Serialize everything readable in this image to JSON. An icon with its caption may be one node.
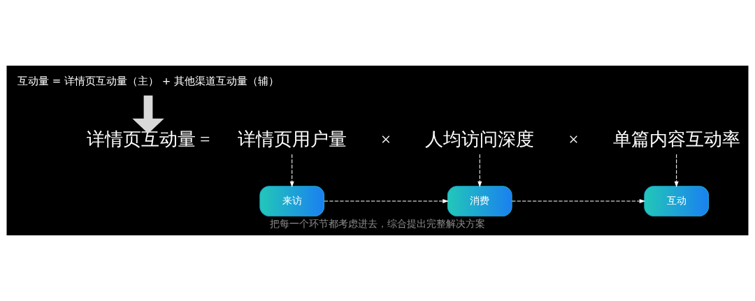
{
  "diagram": {
    "caption": "把每一个环节都考虑进去，综合提出完整解决方案",
    "nodes": [
      {
        "text": [
          "互动量 = 详情页互动量（主） + 其他渠道互动量（辅）"
        ]
      },
      {
        "text": [
          "详情页互动量 ="
        ]
      },
      {
        "text": [
          "详情页用户量"
        ]
      },
      {
        "text": [
          "人均访问深度"
        ]
      },
      {
        "text": [
          "单篇内容互动率"
        ]
      },
      {
        "text": [
          "来访"
        ]
      },
      {
        "text": [
          "消费"
        ]
      },
      {
        "text": [
          "互动"
        ]
      }
    ],
    "edges": [
      {
        "from": 0,
        "to": 1,
        "arrow": "to",
        "style": "thick",
        "color": "#d9d9d9"
      },
      {
        "from": 2,
        "to": 5,
        "arrow": "to",
        "style": "dashed"
      },
      {
        "from": 3,
        "to": 6,
        "arrow": "to",
        "style": "dashed"
      },
      {
        "from": 4,
        "to": 7,
        "arrow": "to",
        "style": "dashed"
      },
      {
        "from": 5,
        "to": 6,
        "arrow": "to",
        "style": "dashed"
      },
      {
        "from": 6,
        "to": 7,
        "arrow": "to",
        "style": "dashed"
      }
    ],
    "labels": [
      "×",
      "×"
    ]
  }
}
